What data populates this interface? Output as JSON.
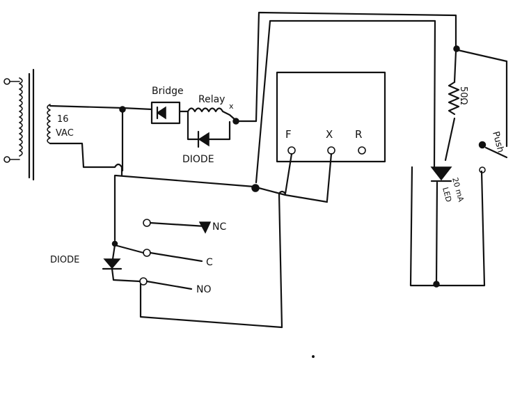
{
  "labels": {
    "transformer": "16\nVAC",
    "bridge": "Bridge",
    "relay": "Relay",
    "relay_x": "x",
    "diode_top": "DIODE",
    "diode_left": "DIODE",
    "terminal_f": "F",
    "terminal_x": "X",
    "terminal_r": "R",
    "nc": "NC",
    "c": "C",
    "no": "NO",
    "resistor": "50Ω",
    "push": "Push",
    "led": "20 mA\nLED"
  },
  "colors": {
    "ink": "#111111",
    "paper": "#ffffff"
  }
}
